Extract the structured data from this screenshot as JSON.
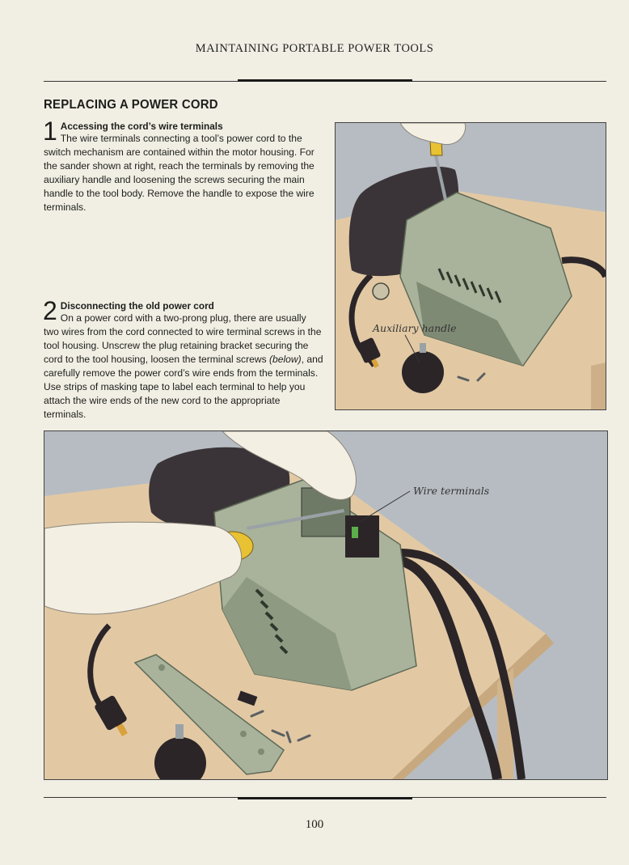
{
  "page": {
    "running_head": "MAINTAINING PORTABLE POWER TOOLS",
    "section_title": "REPLACING A POWER CORD",
    "page_number": "100"
  },
  "steps": [
    {
      "number": "1",
      "heading": "Accessing the cord’s wire terminals",
      "body": "The wire terminals connecting a tool’s power cord to the switch mechanism are contained within the motor housing. For the sander shown at right, reach the terminals by removing the auxiliary handle and loosening the screws securing the main handle to the tool body. Remove the handle to expose the wire terminals."
    },
    {
      "number": "2",
      "heading": "Disconnecting the old power cord",
      "body_before": "On a power cord with a two-prong plug, there are usually two wires from the cord connected to wire terminal screws in the tool housing. Unscrew the plug retaining bracket securing the cord to the tool housing, loosen the terminal screws ",
      "body_italic": "(below)",
      "body_after": ", and carefully remove the power cord’s wire ends from the terminals. Use strips of masking tape to label each terminal to help you attach the wire ends of the new cord to the appropriate terminals."
    }
  ],
  "figures": {
    "top": {
      "label": "Auxiliary handle"
    },
    "bottom": {
      "label": "Wire terminals"
    }
  },
  "colors": {
    "tool_green": "#a9b39b",
    "tool_dark_green": "#7f8a74",
    "bench_tan": "#e2c9a4",
    "wall_grey": "#b6bcc2",
    "cord_black": "#2b2528",
    "bag_black": "#3a3438",
    "screwdriver_yellow": "#e8c233"
  }
}
